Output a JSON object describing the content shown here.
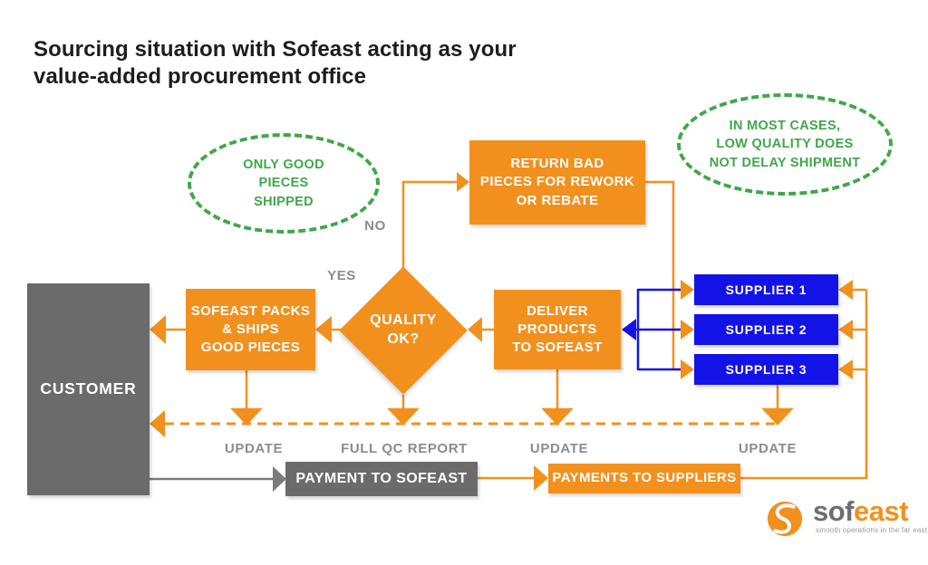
{
  "title": "Sourcing situation with Sofeast acting as your\nvalue-added procurement office",
  "colors": {
    "orange": "#F2901E",
    "blue": "#1313E8",
    "gray_box": "#6B6B6B",
    "label_gray": "#8C8C8C",
    "green": "#3FA74A"
  },
  "bubbles": {
    "left": "ONLY GOOD\nPIECES\nSHIPPED",
    "right": "IN MOST CASES,\nLOW QUALITY DOES\nNOT DELAY SHIPMENT"
  },
  "nodes": {
    "customer": "CUSTOMER",
    "sofeast_packs": "SOFEAST PACKS\n& SHIPS\nGOOD PIECES",
    "quality": "QUALITY\nOK?",
    "return_bad": "RETURN BAD\nPIECES FOR REWORK\nOR REBATE",
    "deliver": "DELIVER\nPRODUCTS\nTO SOFEAST",
    "suppliers": [
      "SUPPLIER 1",
      "SUPPLIER 2",
      "SUPPLIER 3"
    ],
    "payment_sofeast": "PAYMENT TO SOFEAST",
    "payments_suppliers": "PAYMENTS TO SUPPLIERS"
  },
  "labels": {
    "no": "NO",
    "yes": "YES",
    "update_left": "UPDATE",
    "full_qc": "FULL QC REPORT",
    "update_mid": "UPDATE",
    "update_right": "UPDATE"
  },
  "logo": {
    "sof": "sof",
    "east": "east",
    "tagline": "smooth operations in the far east"
  }
}
